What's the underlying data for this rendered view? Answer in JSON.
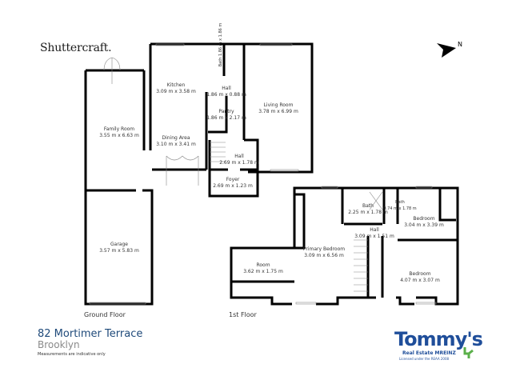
{
  "brand": {
    "name": "Shuttercraft."
  },
  "compass": {
    "label": "N"
  },
  "ground_floor": {
    "label": "Ground Floor",
    "rooms": [
      {
        "name": "Kitchen",
        "dims": "3.09 m x 3.58 m"
      },
      {
        "name": "Bath",
        "dims": "1.86 m x 1.86 m"
      },
      {
        "name": "Hall",
        "dims": "1.86 m x 0.88 m"
      },
      {
        "name": "Pantry",
        "dims": "1.86 m x 2.17 m"
      },
      {
        "name": "Living Room",
        "dims": "3.78 m x 6.99 m"
      },
      {
        "name": "Family Room",
        "dims": "3.55 m x 6.63 m"
      },
      {
        "name": "Dining Area",
        "dims": "3.10 m x 3.41 m"
      },
      {
        "name": "Hall",
        "dims": "2.69 m x 1.78 m"
      },
      {
        "name": "Foyer",
        "dims": "2.69 m x 1.23 m"
      },
      {
        "name": "Garage",
        "dims": "3.57 m x 5.83 m"
      }
    ]
  },
  "first_floor": {
    "label": "1st Floor",
    "rooms": [
      {
        "name": "Bath",
        "dims": "2.25 m x 1.78 m"
      },
      {
        "name": "Bath",
        "dims": "0.74 m x 1.78 m"
      },
      {
        "name": "Bedroom",
        "dims": "3.04 m x 3.39 m"
      },
      {
        "name": "Hall",
        "dims": "3.09 m x 1.51 m"
      },
      {
        "name": "Primary Bedroom",
        "dims": "3.09 m x 6.56 m"
      },
      {
        "name": "Room",
        "dims": "3.62 m x 1.75 m"
      },
      {
        "name": "Bedroom",
        "dims": "4.07 m x 3.07 m"
      }
    ]
  },
  "listing": {
    "address": "82 Mortimer Terrace",
    "suburb": "Brooklyn",
    "note": "Measurements are indicative only"
  },
  "agency": {
    "name": "Tommy's",
    "subtitle": "Real Estate MREINZ",
    "license": "Licensed under the REAA 2008",
    "colors": {
      "primary": "#1f4e9a",
      "accent": "#5bb04a"
    }
  }
}
